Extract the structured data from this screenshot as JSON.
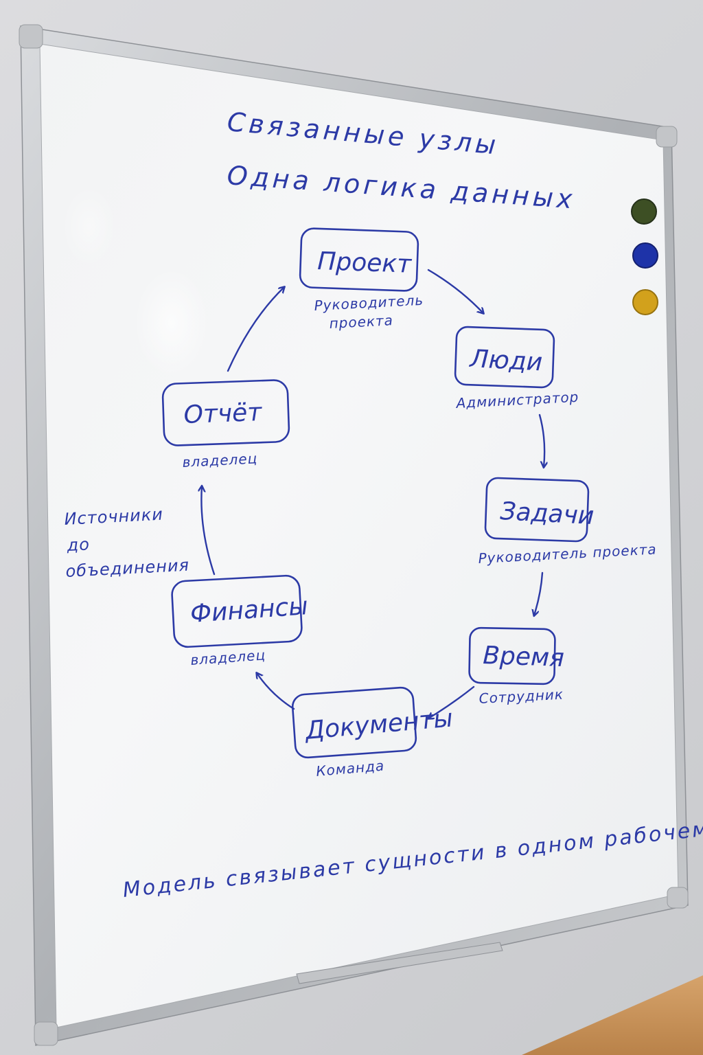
{
  "board": {
    "title_line1": "Связанные узлы",
    "title_line2": "Одна логика данных",
    "footer": "Модель связывает сущности в одном рабочем контуре",
    "side_note": [
      "Источники",
      "до",
      "объединения"
    ]
  },
  "nodes": [
    {
      "label": "Проект",
      "role": [
        "Руководитель",
        "проекта"
      ]
    },
    {
      "label": "Люди",
      "role": [
        "Администратор"
      ]
    },
    {
      "label": "Задачи",
      "role": [
        "Руководитель проекта"
      ]
    },
    {
      "label": "Время",
      "role": [
        "Сотрудник"
      ]
    },
    {
      "label": "Документы",
      "role": [
        "Команда"
      ]
    },
    {
      "label": "Финансы",
      "role": [
        "владелец"
      ]
    },
    {
      "label": "Отчёт",
      "role": [
        "владелец"
      ]
    }
  ],
  "magnets": [
    {
      "name": "green-magnet",
      "color": "#3d4f24"
    },
    {
      "name": "blue-magnet",
      "color": "#1e33a8"
    },
    {
      "name": "yellow-magnet",
      "color": "#d2a11c"
    }
  ],
  "colors": {
    "ink": "#2c3aa6",
    "frame": "#b5b8bc",
    "board": "#f4f5f6",
    "desk": "#c9945b"
  }
}
